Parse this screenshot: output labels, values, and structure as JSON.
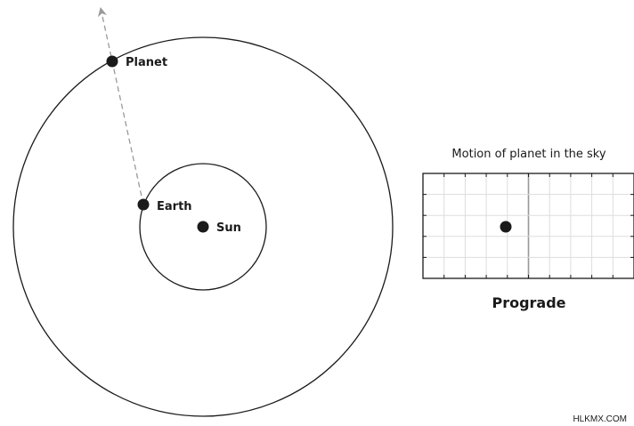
{
  "orbit_diagram": {
    "planet_label": "Planet",
    "earth_label": "Earth",
    "sun_label": "Sun"
  },
  "sky_panel": {
    "caption": "Motion of planet in the sky",
    "motion_label": "Prograde"
  },
  "watermark": "HLKMX.COM",
  "colors": {
    "ink": "#1a1a1a",
    "sightline": "#9a9a9a",
    "grid_minor": "#dddddd",
    "grid_center": "#999999"
  }
}
